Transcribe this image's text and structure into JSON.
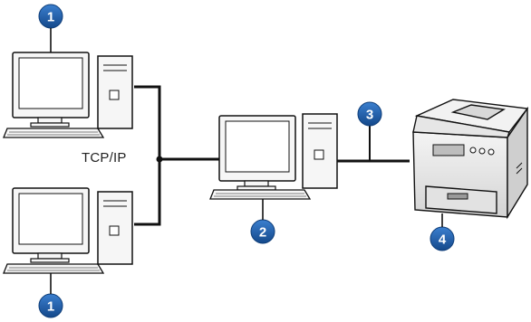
{
  "protocol_label": "TCP/IP",
  "callouts": [
    {
      "number": "1"
    },
    {
      "number": "2"
    },
    {
      "number": "3"
    },
    {
      "number": "4"
    },
    {
      "number": "1"
    }
  ],
  "colors": {
    "callout_fill": "#1f5fa8",
    "callout_text": "#ffffff",
    "line": "#111111",
    "device_fill": "#f6f6f6",
    "screen_fill": "#ffffff",
    "printer_fill": "#eeeeee"
  }
}
